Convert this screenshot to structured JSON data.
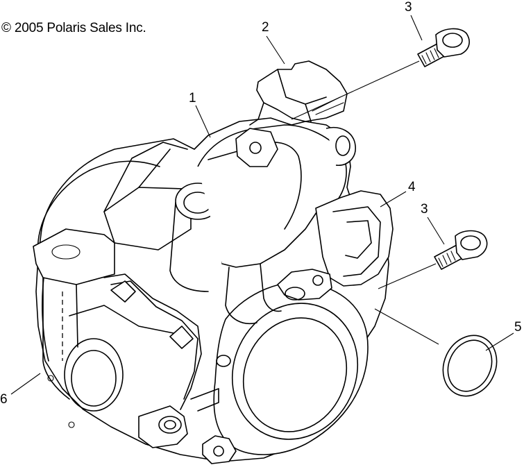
{
  "copyright": "© 2005 Polaris Sales Inc.",
  "callouts": [
    {
      "id": "1",
      "label": "1"
    },
    {
      "id": "2",
      "label": "2"
    },
    {
      "id": "3a",
      "label": "3"
    },
    {
      "id": "3b",
      "label": "3"
    },
    {
      "id": "4",
      "label": "4"
    },
    {
      "id": "5",
      "label": "5"
    },
    {
      "id": "6",
      "label": "6"
    }
  ]
}
